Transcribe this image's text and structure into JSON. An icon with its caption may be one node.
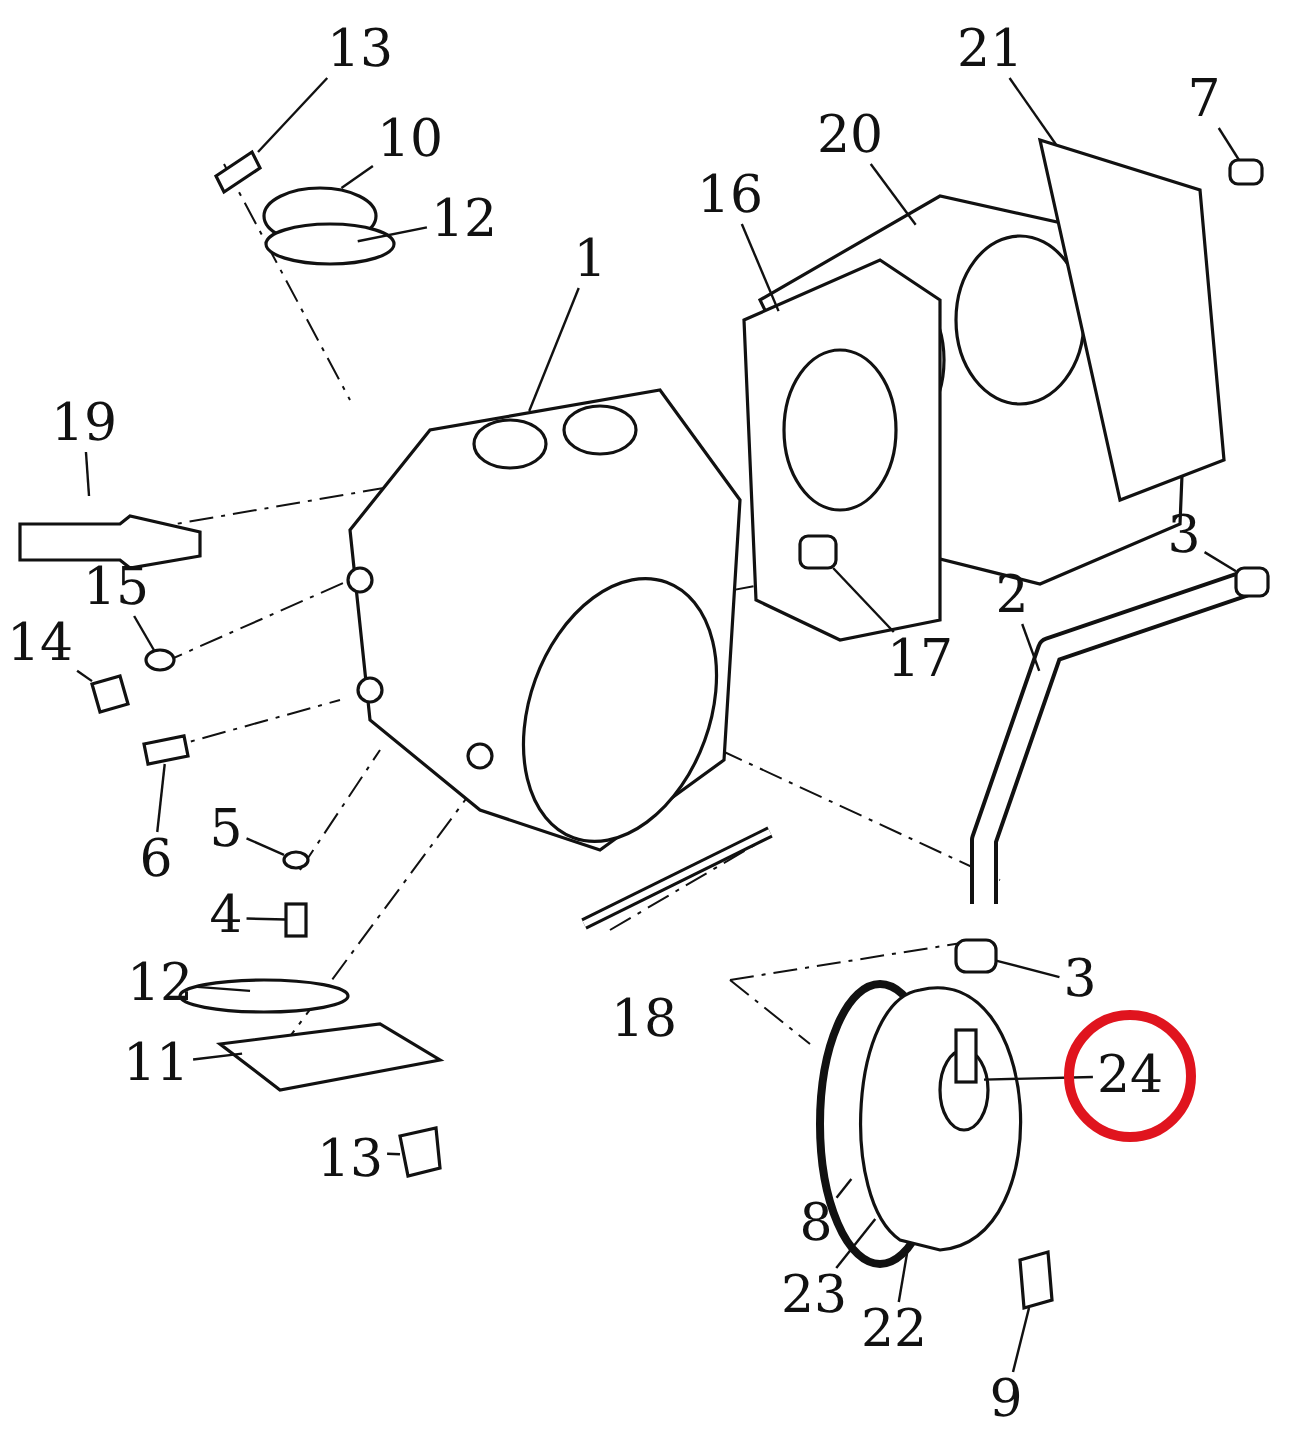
{
  "diagram": {
    "nodes": [
      {
        "text": [
          "13"
        ]
      },
      {
        "text": [
          "21"
        ]
      },
      {
        "text": [
          "7"
        ]
      },
      {
        "text": [
          "10"
        ]
      },
      {
        "text": [
          "20"
        ]
      },
      {
        "text": [
          "12"
        ]
      },
      {
        "text": [
          "16"
        ]
      },
      {
        "text": [
          "1"
        ]
      },
      {
        "text": [
          "19"
        ]
      },
      {
        "text": [
          "3"
        ]
      },
      {
        "text": [
          "2"
        ]
      },
      {
        "text": [
          "15"
        ]
      },
      {
        "text": [
          "14"
        ]
      },
      {
        "text": [
          "17"
        ]
      },
      {
        "text": [
          "6"
        ]
      },
      {
        "text": [
          "5"
        ]
      },
      {
        "text": [
          "4"
        ]
      },
      {
        "text": [
          "12"
        ]
      },
      {
        "text": [
          "3"
        ]
      },
      {
        "text": [],
        "shape": "circle"
      },
      {
        "text": [
          "24"
        ],
        "in": 19
      },
      {
        "text": [
          "11"
        ]
      },
      {
        "text": [
          "13"
        ]
      },
      {
        "text": [
          "8"
        ]
      },
      {
        "text": [
          "23"
        ]
      },
      {
        "text": [
          "22"
        ]
      },
      {
        "text": [
          "9"
        ]
      },
      {
        "text": [],
        "shape": "picture"
      },
      {
        "text": [],
        "shape": "box"
      },
      {
        "text": [],
        "shape": "box"
      },
      {
        "text": [],
        "shape": "box"
      },
      {
        "text": [],
        "shape": "circle"
      },
      {
        "text": [],
        "shape": "picture"
      },
      {
        "text": [],
        "shape": "picture"
      },
      {
        "text": [],
        "shape": "circle"
      },
      {
        "text": [],
        "shape": "box"
      },
      {
        "text": [],
        "shape": "box"
      },
      {
        "text": [],
        "shape": "box"
      },
      {
        "text": [],
        "shape": "box"
      }
    ],
    "edges": [
      {
        "from": 0,
        "to": 27,
        "arrow": "none"
      },
      {
        "from": 1,
        "to": null,
        "arrow": "none"
      },
      {
        "from": 2,
        "to": 28,
        "arrow": "none"
      },
      {
        "from": 3,
        "to": null,
        "arrow": "none"
      },
      {
        "from": 4,
        "to": null,
        "arrow": "none"
      },
      {
        "from": 5,
        "to": null,
        "arrow": "none"
      },
      {
        "from": 6,
        "to": null,
        "arrow": "none"
      },
      {
        "from": 7,
        "to": null,
        "arrow": "none"
      },
      {
        "from": 8,
        "to": null,
        "arrow": "none"
      },
      {
        "from": 9,
        "to": 30,
        "arrow": "none"
      },
      {
        "from": 10,
        "to": null,
        "arrow": "none"
      },
      {
        "from": 11,
        "to": 31,
        "arrow": "none"
      },
      {
        "from": 12,
        "to": 32,
        "arrow": "none"
      },
      {
        "from": 13,
        "to": 29,
        "arrow": "none"
      },
      {
        "from": 14,
        "to": 33,
        "arrow": "none"
      },
      {
        "from": 15,
        "to": 34,
        "arrow": "none"
      },
      {
        "from": 16,
        "to": 35,
        "arrow": "none"
      },
      {
        "from": 17,
        "to": null,
        "arrow": "none"
      },
      {
        "from": 18,
        "to": 36,
        "arrow": "none"
      },
      {
        "from": 20,
        "to": null,
        "arrow": "none"
      },
      {
        "from": 21,
        "to": null,
        "arrow": "none"
      },
      {
        "from": 22,
        "to": 37,
        "arrow": "none"
      },
      {
        "from": 23,
        "to": null,
        "arrow": "none"
      },
      {
        "from": 24,
        "to": null,
        "arrow": "none"
      },
      {
        "from": 25,
        "to": null,
        "arrow": "none"
      },
      {
        "from": 26,
        "to": 38,
        "arrow": "none"
      }
    ],
    "labels": [
      "18"
    ]
  }
}
